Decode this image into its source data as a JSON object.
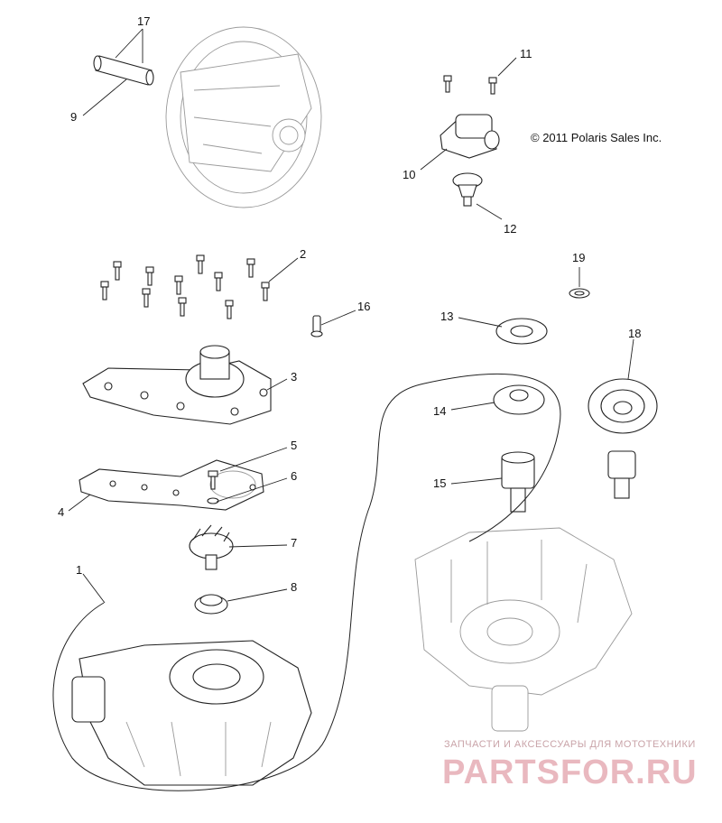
{
  "copyright": "© 2011 Polaris Sales Inc.",
  "callouts": [
    "1",
    "2",
    "3",
    "4",
    "5",
    "6",
    "7",
    "8",
    "9",
    "10",
    "11",
    "12",
    "13",
    "14",
    "15",
    "16",
    "17",
    "18",
    "19"
  ],
  "watermark": {
    "tagline": "ЗАПЧАСТИ И АКСЕССУАРЫ ДЛЯ МОТОТЕХНИКИ",
    "brand": "PARTSFOR.RU"
  }
}
